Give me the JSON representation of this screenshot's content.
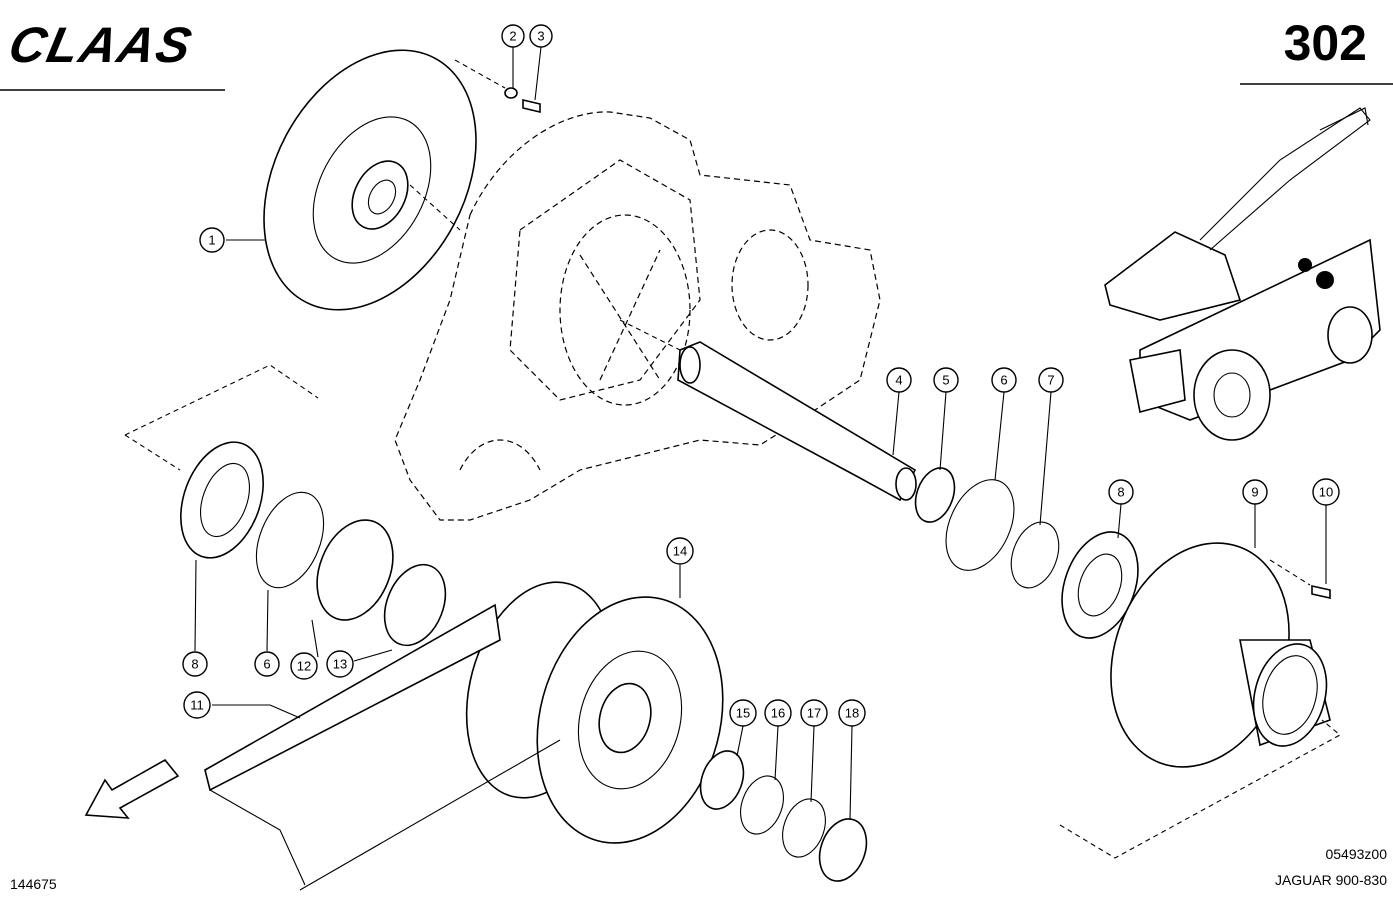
{
  "header": {
    "brand": "CLAAS",
    "page_number": "302"
  },
  "footer": {
    "catalog_number": "144675",
    "drawing_code": "05493z00",
    "model": "JAGUAR 900-830"
  },
  "callouts": [
    "1",
    "2",
    "3",
    "4",
    "5",
    "6",
    "7",
    "8",
    "9",
    "10",
    "8",
    "6",
    "12",
    "13",
    "14",
    "11",
    "15",
    "16",
    "17",
    "18"
  ]
}
